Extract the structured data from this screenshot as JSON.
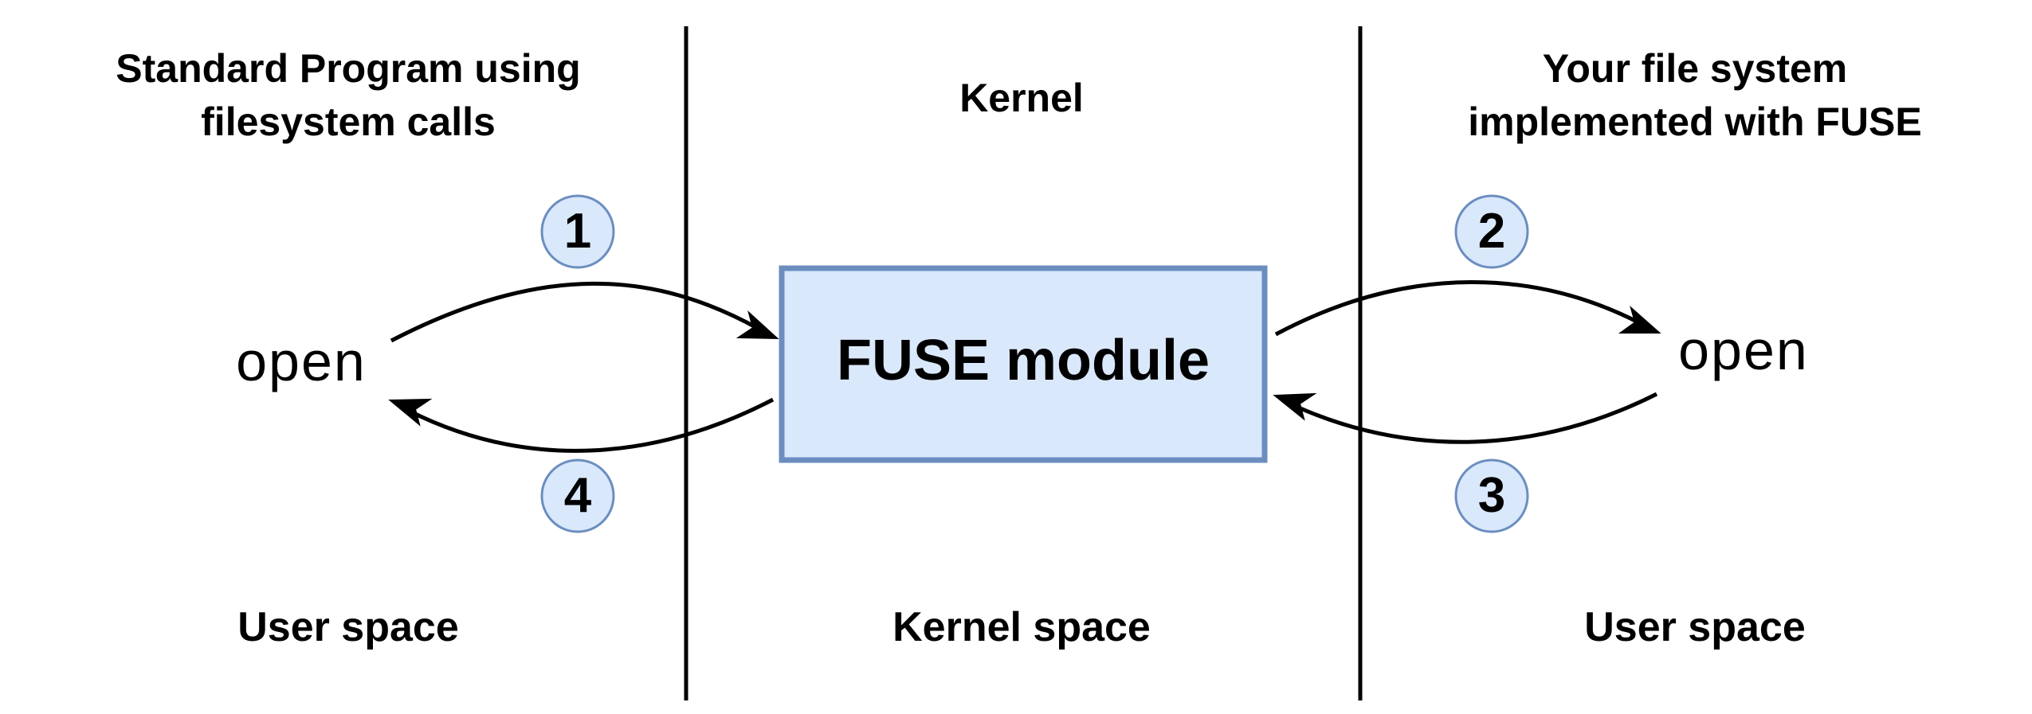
{
  "columns": {
    "left": {
      "title_line1": "Standard Program using",
      "title_line2": "filesystem calls",
      "space_label": "User space"
    },
    "center": {
      "title": "Kernel",
      "space_label": "Kernel space"
    },
    "right": {
      "title_line1": "Your file system",
      "title_line2": "implemented with FUSE",
      "space_label": "User space"
    }
  },
  "module": {
    "label": "FUSE module"
  },
  "calls": {
    "left": "open",
    "right": "open"
  },
  "steps": [
    "1",
    "2",
    "3",
    "4"
  ],
  "colors": {
    "module_fill": "#dae8fc",
    "module_border": "#6c8ebf",
    "badge_fill": "#dae8fc",
    "badge_border": "#6c8ebf",
    "line": "#000000"
  }
}
